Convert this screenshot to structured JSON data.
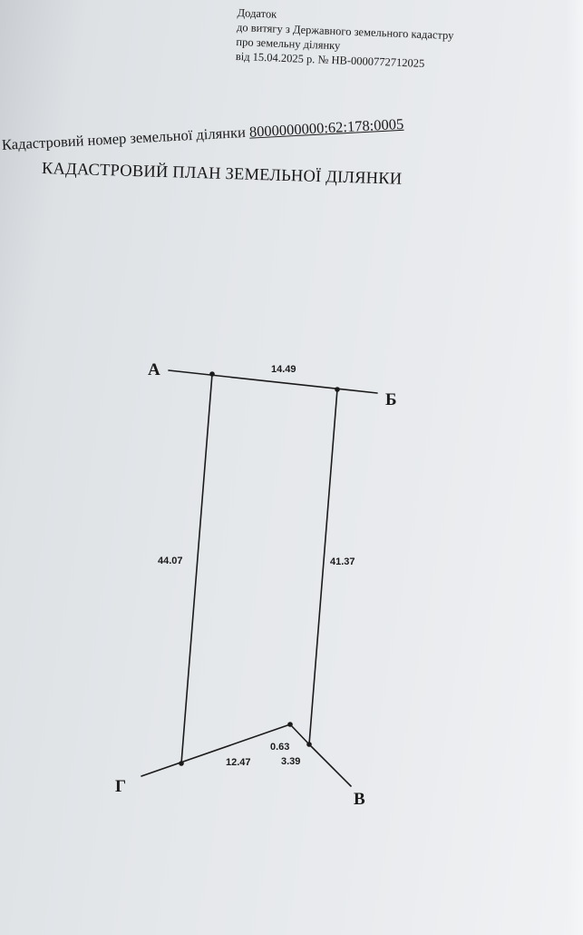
{
  "appendix": {
    "line1": "Додаток",
    "line2": "до витягу з Державного земельного кадастру",
    "line3": "про земельну ділянку",
    "line4": "від 15.04.2025 р. № НВ-0000772712025"
  },
  "cadastral": {
    "label": "Кадастровий номер земельної ділянки",
    "number": "8000000000:62:178:0005"
  },
  "plan_title": "КАДАСТРОВИЙ ПЛАН ЗЕМЕЛЬНОЇ ДІЛЯНКИ",
  "plan": {
    "vertices": {
      "a": "А",
      "b": "Б",
      "v": "В",
      "g": "Г"
    },
    "dimensions": {
      "top": "14.49",
      "left": "44.07",
      "right": "41.37",
      "bottom_left": "12.47",
      "bottom_short": "0.63",
      "bottom_right": "3.39"
    }
  }
}
